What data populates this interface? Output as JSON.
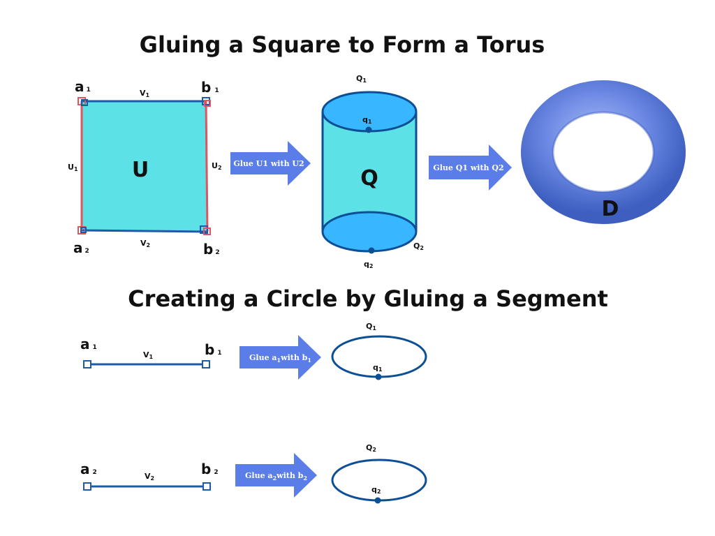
{
  "titles": {
    "torus": "Gluing a Square to Form a Torus",
    "circle": "Creating a Circle by Gluing a Segment"
  },
  "colors": {
    "square_fill": "#5ce1e6",
    "edge_red": "#e0555f",
    "edge_blue": "#1f5aa8",
    "arrow": "#5b7de8",
    "cap": "#38b6ff",
    "outline": "#0d4f94",
    "torus": "#6b88e3"
  },
  "square": {
    "label": "U",
    "corners": {
      "a1": {
        "letter": "a",
        "sub": "1"
      },
      "b1": {
        "letter": "b",
        "sub": "1"
      },
      "a2": {
        "letter": "a",
        "sub": "2"
      },
      "b2": {
        "letter": "b",
        "sub": "2"
      }
    },
    "edges": {
      "v1": {
        "letter": "V",
        "sub": "1"
      },
      "v2": {
        "letter": "V",
        "sub": "2"
      },
      "u1": {
        "letter": "U",
        "sub": "1"
      },
      "u2": {
        "letter": "U",
        "sub": "2"
      }
    }
  },
  "arrows": {
    "glue_u": "Glue U1 with U2",
    "glue_q": "Glue Q1 with Q2",
    "glue_a1": {
      "p1": "Glue a",
      "s1": "1",
      "p2": "with b",
      "s2": "1"
    },
    "glue_a2": {
      "p1": "Glue a",
      "s1": "2",
      "p2": "with b",
      "s2": "2"
    }
  },
  "cylinder": {
    "label": "Q",
    "top": {
      "letter": "Q",
      "sub": "1"
    },
    "bottom": {
      "letter": "Q",
      "sub": "2"
    },
    "top_point": {
      "letter": "q",
      "sub": "1"
    },
    "bottom_point": {
      "letter": "q",
      "sub": "2"
    }
  },
  "torus": {
    "label": "D"
  },
  "segments": [
    {
      "a": {
        "letter": "a",
        "sub": "1"
      },
      "b": {
        "letter": "b",
        "sub": "1"
      },
      "v": {
        "letter": "V",
        "sub": "1"
      },
      "circle_label": {
        "letter": "Q",
        "sub": "1"
      },
      "point": {
        "letter": "q",
        "sub": "1"
      }
    },
    {
      "a": {
        "letter": "a",
        "sub": "2"
      },
      "b": {
        "letter": "b",
        "sub": "2"
      },
      "v": {
        "letter": "V",
        "sub": "2"
      },
      "circle_label": {
        "letter": "Q",
        "sub": "2"
      },
      "point": {
        "letter": "q",
        "sub": "2"
      }
    }
  ]
}
